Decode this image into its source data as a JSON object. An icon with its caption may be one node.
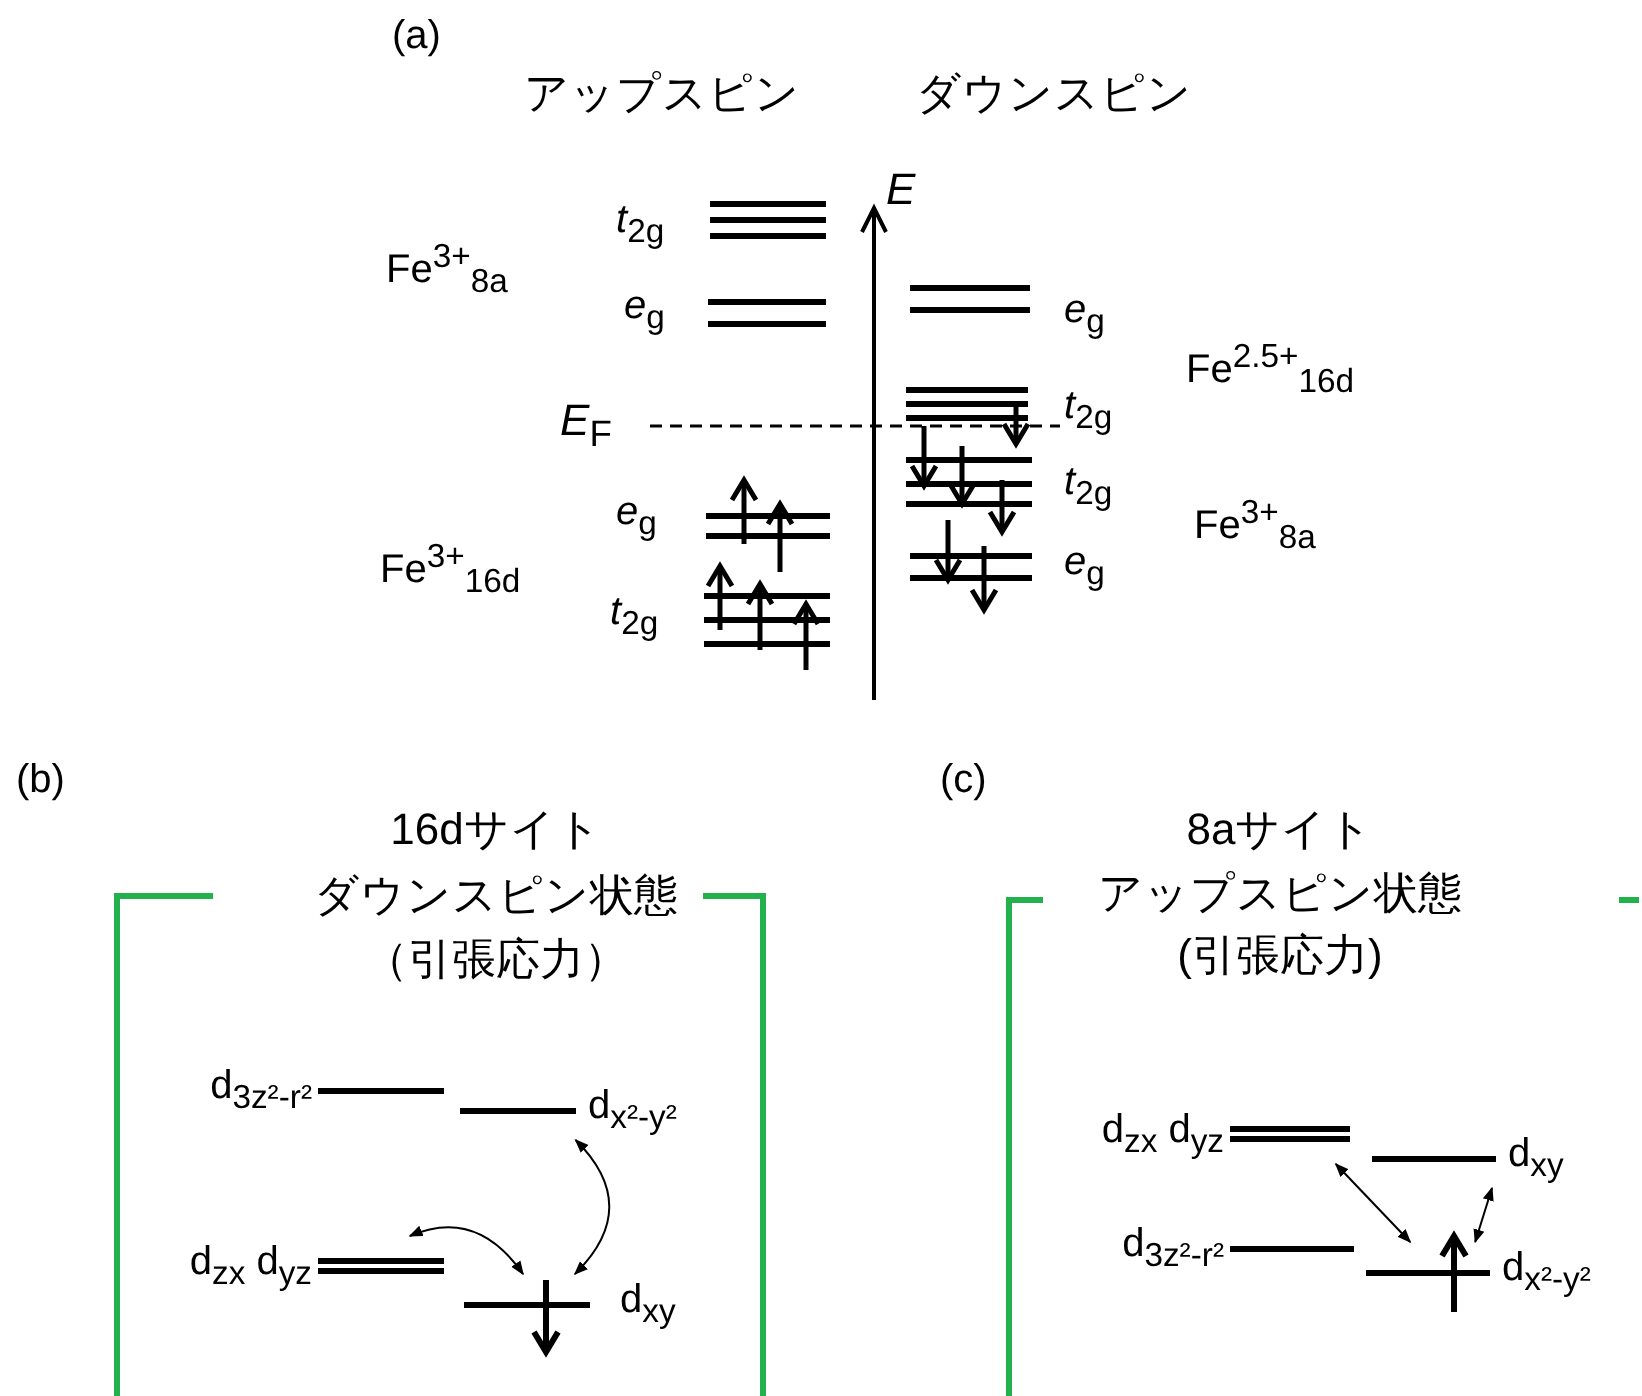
{
  "diagram": {
    "nodes": [
      {
        "text": [
          "16dサイト",
          "ダウンスピン状態",
          "（引張応力）"
        ]
      },
      {
        "text": [
          "d$_{3z²-r²}$"
        ],
        "in": 0
      },
      {
        "text": [
          "d$_{x²-y²}$"
        ],
        "in": 0
      },
      {
        "text": [
          "d$_{zx}$ d$_{yz}$"
        ],
        "in": 0
      },
      {
        "text": [
          "d$_{xy}$"
        ],
        "in": 0
      },
      {
        "text": [
          "8aサイト",
          "アップスピン状態",
          "(引張応力)"
        ]
      },
      {
        "text": [
          "d$_{zx}$ d$_{yz}$"
        ],
        "in": 5
      },
      {
        "text": [
          "d$_{xy}$"
        ],
        "in": 5
      },
      {
        "text": [
          "d$_{3z²-r²}$"
        ],
        "in": 5
      },
      {
        "text": [
          "d$_{x²-y²}$"
        ],
        "in": 5
      }
    ],
    "edges": [
      {
        "from": 2,
        "to": 4,
        "arrow": "both"
      },
      {
        "from": 3,
        "to": 4,
        "arrow": "both"
      },
      {
        "from": 6,
        "to": 9,
        "arrow": "both"
      },
      {
        "from": 7,
        "to": 9,
        "arrow": "both"
      }
    ],
    "labels": [
      "(a)",
      "アップスピン",
      "ダウンスピン",
      "E",
      "*t*$_{2g}$",
      "Fe$^{3+}$$_{8a}$",
      "*e*$_{g}$",
      "*e*$_{g}$",
      "Fe$^{2.5+}$$_{16d}$",
      "*E*$_{F}$",
      "*t*$_{2g}$",
      "*t*$_{2g}$",
      "Fe$^{3+}$$_{8a}$",
      "*e*$_{g}$",
      "*e*$_{g}$",
      "Fe$^{3+}$$_{16d}$",
      "*t*$_{2g}$",
      "(b)",
      "(c)"
    ]
  }
}
